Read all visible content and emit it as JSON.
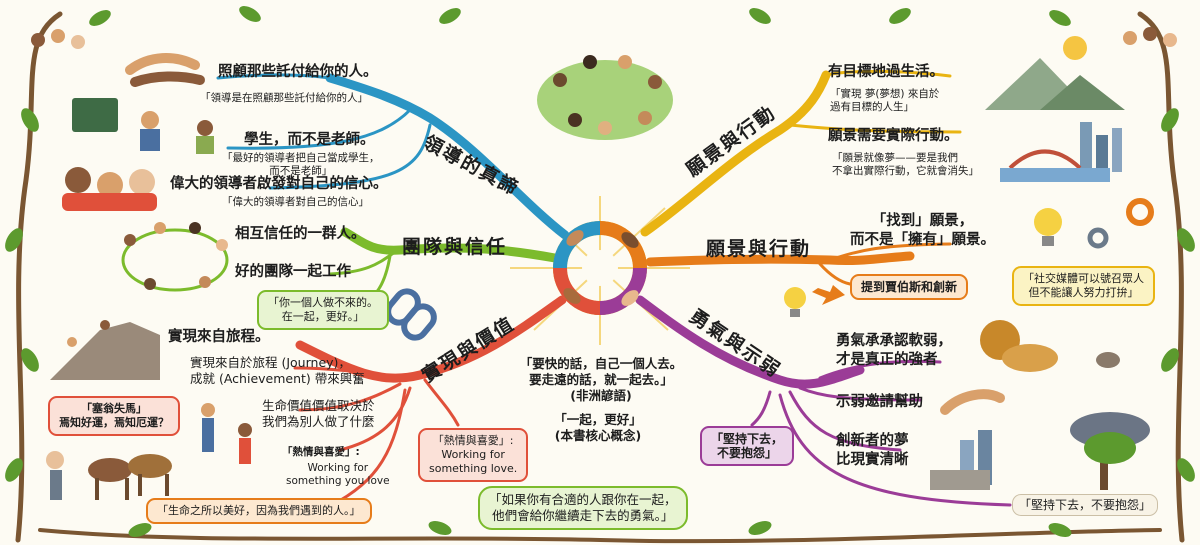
{
  "center": {
    "quote": "「要快的話，自己一個人去。\n要走遠的話，就一起去。」\n(非洲諺語)",
    "core": "「一起，更好」\n(本書核心概念)"
  },
  "bottom_quote": "「如果你有合適的人跟你在一起，\n他們會給你繼續走下去的勇氣。」",
  "colors": {
    "blue": "#2b95c4",
    "yellow": "#e9b412",
    "green": "#7cbb2c",
    "orange": "#e67c1a",
    "red": "#e0503a",
    "purple": "#9b3c97"
  },
  "leadership": {
    "title": "領導的真諦",
    "care": "照顧那些託付給你的人。",
    "care_quote": "「領導是在照顧那些託付給你的人」",
    "students": "學生，而不是老師。",
    "students_quote": "「最好的領導者把自己當成學生，\n而不是老師」",
    "inspire": "偉大的領導者啟發對自己的信心。",
    "inspire_quote": "「偉大的領導者對自己的信心」"
  },
  "team": {
    "title": "團隊與信任",
    "trust": "相互信任的一群人。",
    "together": "好的團隊一起工作",
    "together_quote": "「你一個人做不來的。\n在一起，更好。」"
  },
  "value": {
    "title": "實現與價值",
    "journey": "實現來自旅程。",
    "journey_desc": "實現來自於旅程 (Journey)，\n成就 (Achievement) 帶來興奮",
    "value_desc": "生命價值價值取決於\n我們為別人做了什麼",
    "passion": "「熱情與喜愛」:",
    "passion_en": "Working for\nsomething you love",
    "passion_box": "「熱情與喜愛」:\nWorking for\nsomething love.",
    "saiweng": "「塞翁失馬」\n焉知好運，焉知厄運？",
    "life_quote": "「生命之所以美好，因為我們遇到的人。」"
  },
  "vision_top": {
    "title": "願景與行動",
    "purpose": "有目標地過生活。",
    "dream_quote": "「實現 夢(夢想) 來自於\n過有目標的人生」",
    "action": "願景需要實際行動。",
    "dream_vanish": "「願景就像夢——要是我們\n不拿出實際行動，它就會消失」"
  },
  "vision_mid": {
    "title": "願景與行動",
    "find": "「找到」願景，\n而不是「擁有」願景。",
    "jobs": "提到賈伯斯和創新",
    "social_quote": "「社交媒體可以號召眾人\n但不能讓人努力打拚」"
  },
  "courage": {
    "title": "勇氣與示弱",
    "admit": "勇氣承承認軟弱，\n才是真正的強者",
    "help": "示弱邀請幫助",
    "dream": "創新者的夢\n比現實清晰",
    "persist_box": "「堅持下去，\n不要抱怨」",
    "persist_quote": "「堅持下去，不要抱怨」"
  }
}
